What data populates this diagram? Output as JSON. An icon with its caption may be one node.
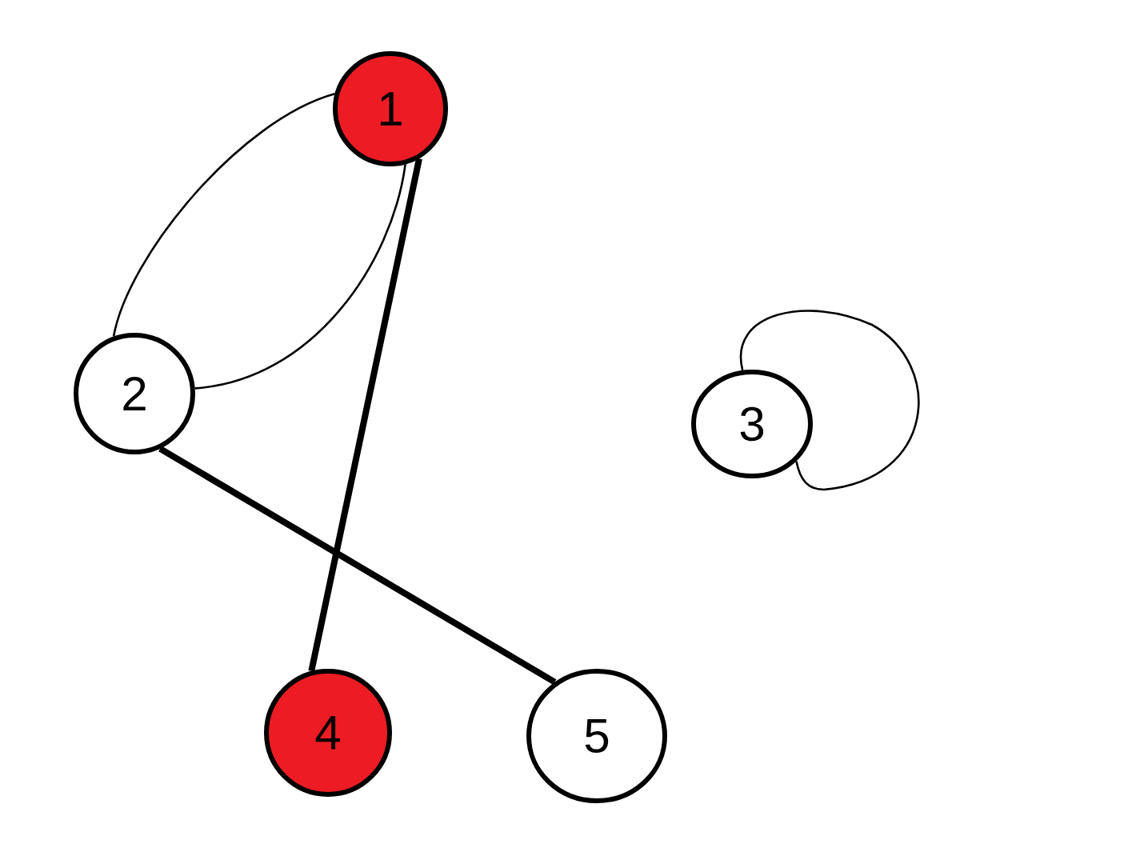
{
  "diagram": {
    "nodes": [
      {
        "text": [
          "1"
        ]
      },
      {
        "text": [
          "2"
        ]
      },
      {
        "text": [
          "3"
        ]
      },
      {
        "text": [
          "4"
        ]
      },
      {
        "text": [
          "5"
        ]
      }
    ],
    "edges": [
      {
        "from": 0,
        "to": 1,
        "arrow": "none"
      },
      {
        "from": 0,
        "to": 1,
        "arrow": "none"
      },
      {
        "from": 0,
        "to": 3,
        "arrow": "none",
        "style": "thick"
      },
      {
        "from": 1,
        "to": 4,
        "arrow": "none",
        "style": "thick"
      },
      {
        "from": 2,
        "to": 2,
        "arrow": "none"
      }
    ]
  }
}
